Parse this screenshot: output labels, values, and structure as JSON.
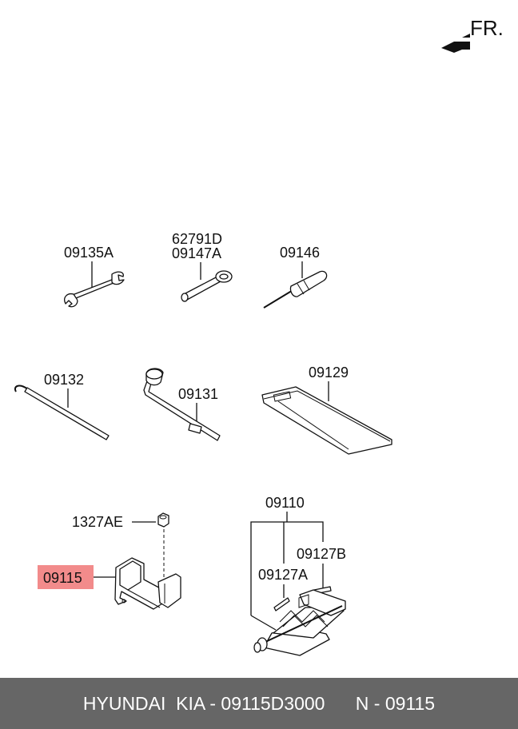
{
  "orientation": {
    "label": "FR.",
    "arrow_icon": "front-direction-arrow-icon"
  },
  "parts": {
    "wrench": "09135A",
    "lug_wrench_top": "62791D",
    "lug_wrench_bottom": "09147A",
    "screwdriver": "09146",
    "jack_handle": "09132",
    "wheel_nut_wrench": "09131",
    "tool_case": "09129",
    "nut": "1327AE",
    "bracket": "09115",
    "jack": "09110",
    "jack_label_a": "09127A",
    "jack_label_b": "09127B"
  },
  "highlight": {
    "part": "09115",
    "color": "#f28b8b"
  },
  "footer": {
    "text": "HYUNDAI  KIA - 09115D3000      N - 09115"
  }
}
